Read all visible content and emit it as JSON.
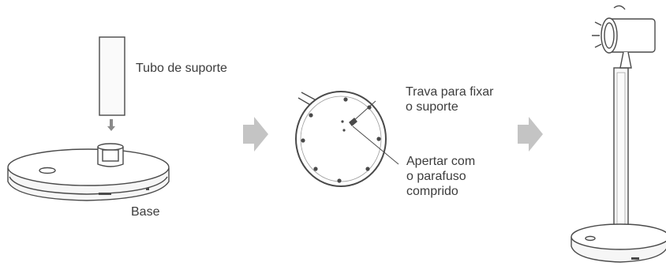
{
  "step1": {
    "tube_label": "Tubo de suporte",
    "base_label": "Base"
  },
  "step2": {
    "lock_label_line1": "Trava para fixar",
    "lock_label_line2": "o suporte",
    "screw_label_line1": "Apertar com",
    "screw_label_line2": "o parafuso",
    "screw_label_line3": "comprido"
  },
  "colors": {
    "line": "#4a4a4a",
    "fill_light": "#f2f2f2",
    "arrow": "#c4c4c4"
  }
}
